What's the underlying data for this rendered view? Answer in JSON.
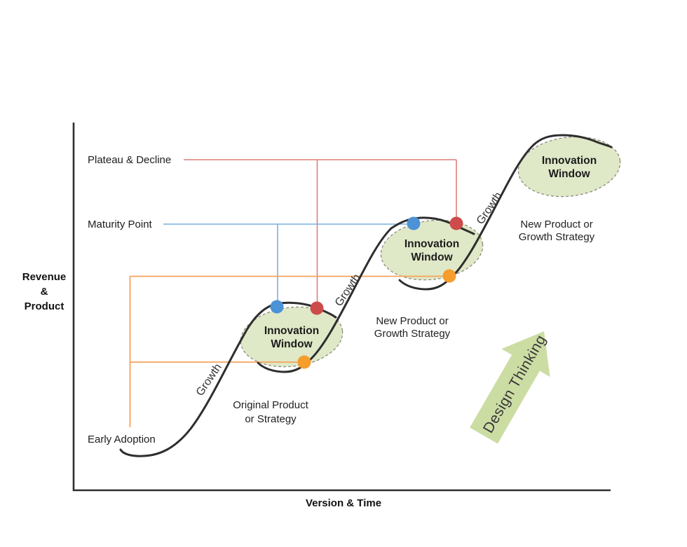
{
  "axes": {
    "y_label_lines": [
      "Revenue",
      "&",
      "Product"
    ],
    "x_label": "Version & Time"
  },
  "reference_labels": {
    "plateau_decline": "Plateau & Decline",
    "maturity_point": "Maturity Point",
    "early_adoption": "Early Adoption"
  },
  "growth_labels": [
    "Growth",
    "Growth",
    "Growth"
  ],
  "innovation_windows": [
    {
      "line1": "Innovation",
      "line2": "Window"
    },
    {
      "line1": "Innovation",
      "line2": "Window"
    },
    {
      "line1": "Innovation",
      "line2": "Window"
    }
  ],
  "captions": {
    "original_lines": [
      "Original Product",
      "or Strategy"
    ],
    "new1_lines": [
      "New Product or",
      "Growth Strategy"
    ],
    "new2_lines": [
      "New Product or",
      "Growth Strategy"
    ]
  },
  "arrow": {
    "label": "Design Thinking"
  },
  "colors": {
    "curve": "#2e2e2e",
    "axis": "#2f2f2f",
    "line_red": "#de7e7a",
    "line_blue": "#7bb0dd",
    "line_orange": "#f6a45c",
    "dot_red": "#cd4b4b",
    "dot_blue": "#4b92d7",
    "dot_orange": "#f59d2d",
    "window_fill": "#dfe8c7",
    "window_border": "#8d8d7d",
    "arrow_fill": "#ccdda4"
  }
}
